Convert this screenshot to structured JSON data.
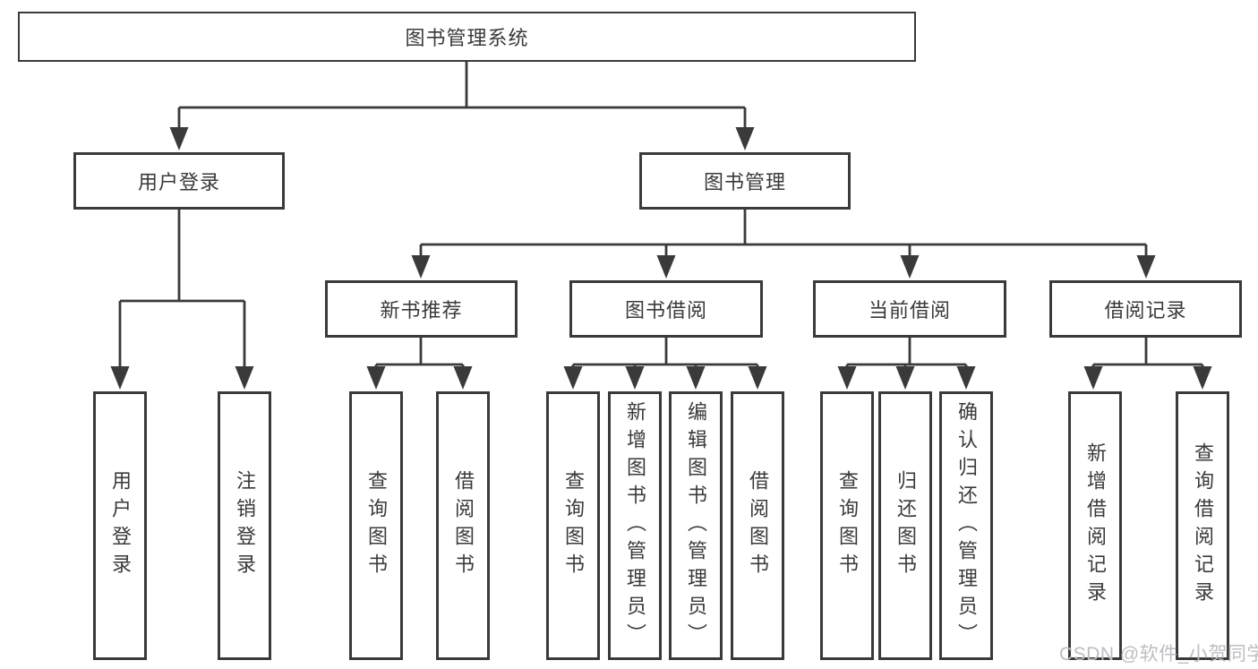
{
  "diagram": {
    "title_hint": "library management system feature tree",
    "root": {
      "label": "图书管理系统"
    },
    "branches": [
      {
        "label": "用户登录",
        "children": [
          {
            "label": "用户登录"
          },
          {
            "label": "注销登录"
          }
        ]
      },
      {
        "label": "图书管理",
        "children": [
          {
            "label": "新书推荐",
            "children": [
              {
                "label": "查询图书"
              },
              {
                "label": "借阅图书"
              }
            ]
          },
          {
            "label": "图书借阅",
            "children": [
              {
                "label": "查询图书"
              },
              {
                "label": "新增图书（管理员）"
              },
              {
                "label": "编辑图书（管理员）"
              },
              {
                "label": "借阅图书"
              }
            ]
          },
          {
            "label": "当前借阅",
            "children": [
              {
                "label": "查询图书"
              },
              {
                "label": "归还图书"
              },
              {
                "label": "确认归还（管理员）"
              }
            ]
          },
          {
            "label": "借阅记录",
            "children": [
              {
                "label": "新增借阅记录"
              },
              {
                "label": "查询借阅记录"
              }
            ]
          }
        ]
      }
    ]
  },
  "watermark": {
    "text": "CSDN @软件_小贺同学"
  },
  "colors": {
    "line": "#3a3a3a",
    "text": "#3a3a3a",
    "background": "#ffffff",
    "watermark": "#bdbec2"
  }
}
